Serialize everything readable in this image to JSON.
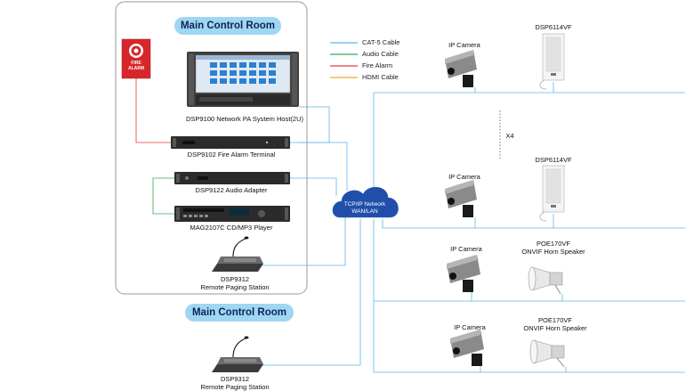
{
  "headers": {
    "main_control_room_top": "Main Control Room",
    "main_control_room_bottom": "Main Control Room"
  },
  "legend": [
    {
      "label": "CAT-5 Cable",
      "color": "#5bb7e6"
    },
    {
      "label": "Audio Cable",
      "color": "#3aa655"
    },
    {
      "label": "Fire Alarm",
      "color": "#e0413a"
    },
    {
      "label": "HDMI Cable",
      "color": "#f0a23a"
    }
  ],
  "devices": {
    "host": "DSP9100 Network PA System Host(2U)",
    "fire_alarm_terminal": "DSP9102 Fire Alarm Terminal",
    "audio_adapter": "DSP9122 Audio Adapter",
    "cd_player": "MAG2107C CD/MP3 Player",
    "paging_station_1": [
      "DSP9312",
      "Remote Paging Station"
    ],
    "paging_station_2": [
      "DSP9312",
      "Remote Paging Station"
    ],
    "fire_alarm_box": [
      "FIRE",
      "ALARM"
    ]
  },
  "network": {
    "cloud_label": [
      "TCP/IP Network",
      "WAN/LAN"
    ]
  },
  "endpoints": {
    "camera_label": "IP Camera",
    "column_speaker_label": "DSP6114VF",
    "multiplier": "X4",
    "horn_speaker_1": [
      "POE170VF",
      "ONVIF Horn Speaker"
    ],
    "horn_speaker_2": [
      "POE170VF",
      "ONVIF Horn Speaker"
    ]
  },
  "colors": {
    "cat5": "#5bb7e6",
    "audio": "#3aa655",
    "fire": "#e0413a",
    "hdmi": "#f0a23a",
    "pill": "#9fd6f2",
    "cloud": "#1f4fa8"
  }
}
